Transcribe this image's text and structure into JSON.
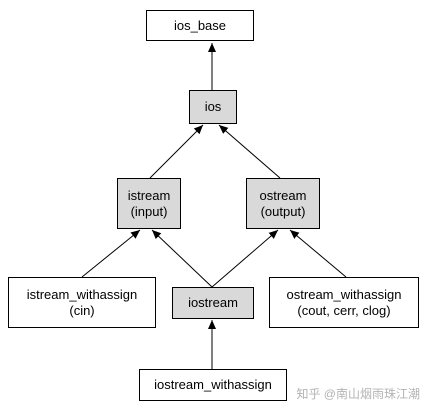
{
  "nodes": {
    "ios_base": {
      "line1": "ios_base",
      "fill": "#ffffff"
    },
    "ios": {
      "line1": "ios",
      "fill": "#d9d9d9"
    },
    "istream": {
      "line1": "istream",
      "line2": "(input)",
      "fill": "#d9d9d9"
    },
    "ostream": {
      "line1": "ostream",
      "line2": "(output)",
      "fill": "#d9d9d9"
    },
    "istream_withassign": {
      "line1": "istream_withassign",
      "line2": "(cin)",
      "fill": "#ffffff"
    },
    "iostream": {
      "line1": "iostream",
      "fill": "#d9d9d9"
    },
    "ostream_withassign": {
      "line1": "ostream_withassign",
      "line2": "(cout, cerr, clog)",
      "fill": "#ffffff"
    },
    "iostream_withassign": {
      "line1": "iostream_withassign",
      "fill": "#ffffff"
    }
  },
  "edges": [
    {
      "from": "ios",
      "to": "ios_base"
    },
    {
      "from": "istream",
      "to": "ios"
    },
    {
      "from": "ostream",
      "to": "ios"
    },
    {
      "from": "istream_withassign",
      "to": "istream"
    },
    {
      "from": "iostream",
      "to": "istream"
    },
    {
      "from": "iostream",
      "to": "ostream"
    },
    {
      "from": "ostream_withassign",
      "to": "ostream"
    },
    {
      "from": "iostream_withassign",
      "to": "iostream"
    }
  ],
  "watermark": "知乎 @南山烟雨珠江潮"
}
